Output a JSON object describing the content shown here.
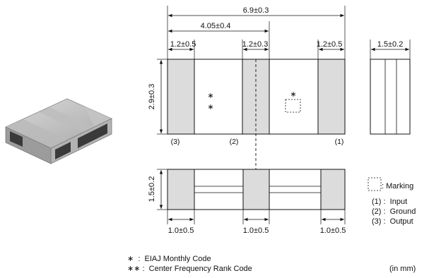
{
  "component_image": {
    "icon": "chip-component-3d"
  },
  "top_view": {
    "dims": {
      "overall_length": "6.9±0.3",
      "pitch_to_center": "4.05±0.4",
      "left_terminal_width": "1.2±0.5",
      "center_terminal_width": "1.2±0.3",
      "right_terminal_width": "1.2±0.5",
      "body_height": "2.9±0.3"
    },
    "symbols": {
      "monthly_code": "∗",
      "rank_code": "∗\n∗",
      "marking_symbol": "∗"
    },
    "pins": {
      "left": "(3)",
      "center": "(2)",
      "right": "(1)"
    }
  },
  "side_view": {
    "width": "1.5±0.2"
  },
  "bottom_view": {
    "dims": {
      "height": "1.5±0.2",
      "left_terminal_width": "1.0±0.5",
      "center_terminal_width": "1.0±0.5",
      "right_terminal_width": "1.0±0.5"
    }
  },
  "legend": {
    "marking": ": Marking",
    "pin1": "(1) :  Input",
    "pin2": "(2) :  Ground",
    "pin3": "(3) :  Output"
  },
  "notes": {
    "note1_symbol": "∗",
    "note1_text": "  :  EIAJ Monthly Code",
    "note2_symbol": "∗∗",
    "note2_text": " :  Center Frequency Rank Code",
    "units": "(in mm)"
  },
  "colors": {
    "terminal_fill": "#dcdcdc",
    "line": "#111111",
    "body_fill": "#ffffff"
  }
}
